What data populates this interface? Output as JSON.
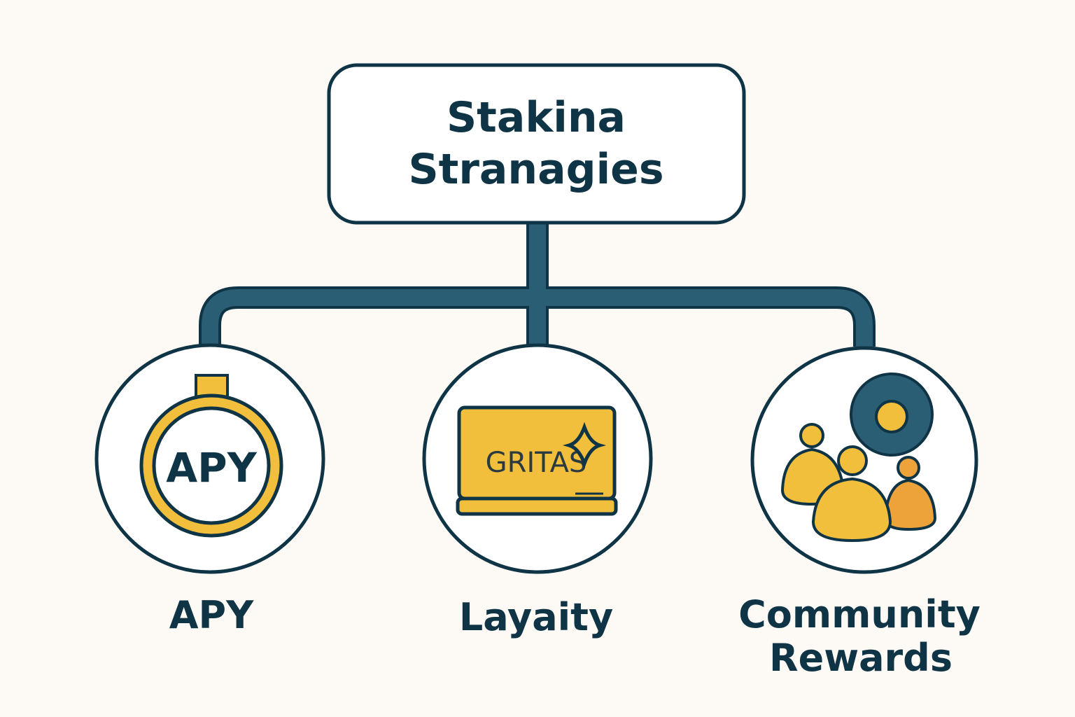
{
  "root": {
    "title_line1": "Stakina",
    "title_line2": "Stranagies"
  },
  "children": [
    {
      "label": "APY",
      "icon": "apy-medal-icon",
      "icon_text": "APY"
    },
    {
      "label": "Layaity",
      "icon": "loyalty-card-icon",
      "icon_text": "GRITAS"
    },
    {
      "label_line1": "Community",
      "label_line2": "Rewards",
      "icon": "community-people-icon"
    }
  ],
  "colors": {
    "background": "#fdfaf6",
    "ink": "#0f3446",
    "connector": "#2a5e74",
    "yellow": "#f2bf3c",
    "orange": "#eea23a"
  }
}
